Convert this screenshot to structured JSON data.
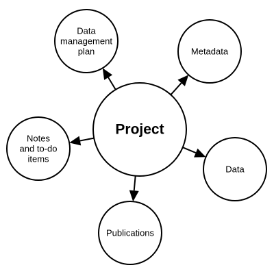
{
  "diagram": {
    "colors": {
      "stroke": "#000000",
      "fill": "#ffffff",
      "text": "#000000"
    },
    "center": {
      "id": "project",
      "lines": [
        "Project"
      ]
    },
    "nodes": [
      {
        "id": "data-management-plan",
        "lines": [
          "Data",
          "management",
          "plan"
        ]
      },
      {
        "id": "metadata",
        "lines": [
          "Metadata"
        ]
      },
      {
        "id": "data",
        "lines": [
          "Data"
        ]
      },
      {
        "id": "publications",
        "lines": [
          "Publications"
        ]
      },
      {
        "id": "notes-and-to-do-items",
        "lines": [
          "Notes",
          "and to-do",
          "items"
        ]
      }
    ],
    "edges": [
      {
        "from": "project",
        "to": "data-management-plan"
      },
      {
        "from": "project",
        "to": "metadata"
      },
      {
        "from": "project",
        "to": "data"
      },
      {
        "from": "project",
        "to": "publications"
      },
      {
        "from": "project",
        "to": "notes-and-to-do-items"
      }
    ]
  }
}
